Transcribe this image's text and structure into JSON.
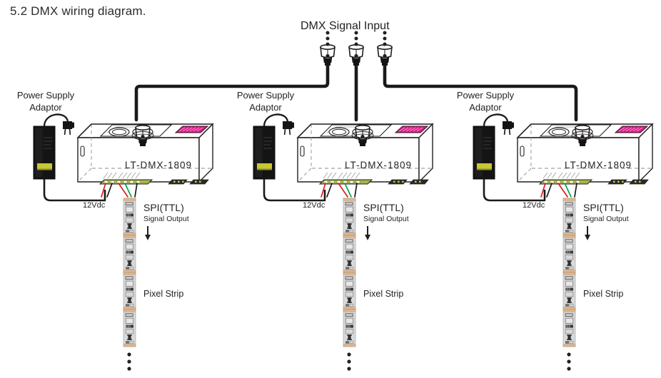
{
  "page": {
    "title": "5.2 DMX wiring diagram.",
    "background": "#ffffff"
  },
  "diagram": {
    "source_label": "DMX Signal Input",
    "units": [
      {
        "id": "unit-1",
        "power_supply_label_line1": "Power Supply",
        "power_supply_label_line2": "Adaptor",
        "controller_model": "LT-DMX-1809",
        "dc_label": "12Vdc",
        "output_label": "SPI(TTL)",
        "output_sub_label": "Signal Output",
        "strip_label": "Pixel Strip"
      },
      {
        "id": "unit-2",
        "power_supply_label_line1": "Power Supply",
        "power_supply_label_line2": "Adaptor",
        "controller_model": "LT-DMX-1809",
        "dc_label": "12Vdc",
        "output_label": "SPI(TTL)",
        "output_sub_label": "Signal Output",
        "strip_label": "Pixel Strip"
      },
      {
        "id": "unit-3",
        "power_supply_label_line1": "Power Supply",
        "power_supply_label_line2": "Adaptor",
        "controller_model": "LT-DMX-1809",
        "dc_label": "12Vdc",
        "output_label": "SPI(TTL)",
        "output_sub_label": "Signal Output",
        "strip_label": "Pixel Strip"
      }
    ],
    "icons": {
      "dmx_connector": "xlr-connector-icon",
      "power_plug": "ac-plug-icon",
      "signal_arrow": "down-arrow-icon",
      "continuation": "vertical-ellipsis-icon"
    },
    "colors": {
      "outline": "#231f20",
      "cable": "#1a1a1a",
      "adaptor_body": "#141414",
      "adaptor_label": "#c8c832",
      "display_magenta": "#e6168c",
      "terminal_olive": "#a8b44a",
      "wire_red": "#e11b22",
      "wire_green": "#00a650",
      "wire_black": "#1a1a1a",
      "strip_body": "#d9d9d9",
      "strip_edge": "#c9a07a",
      "text": "#231f20"
    }
  }
}
